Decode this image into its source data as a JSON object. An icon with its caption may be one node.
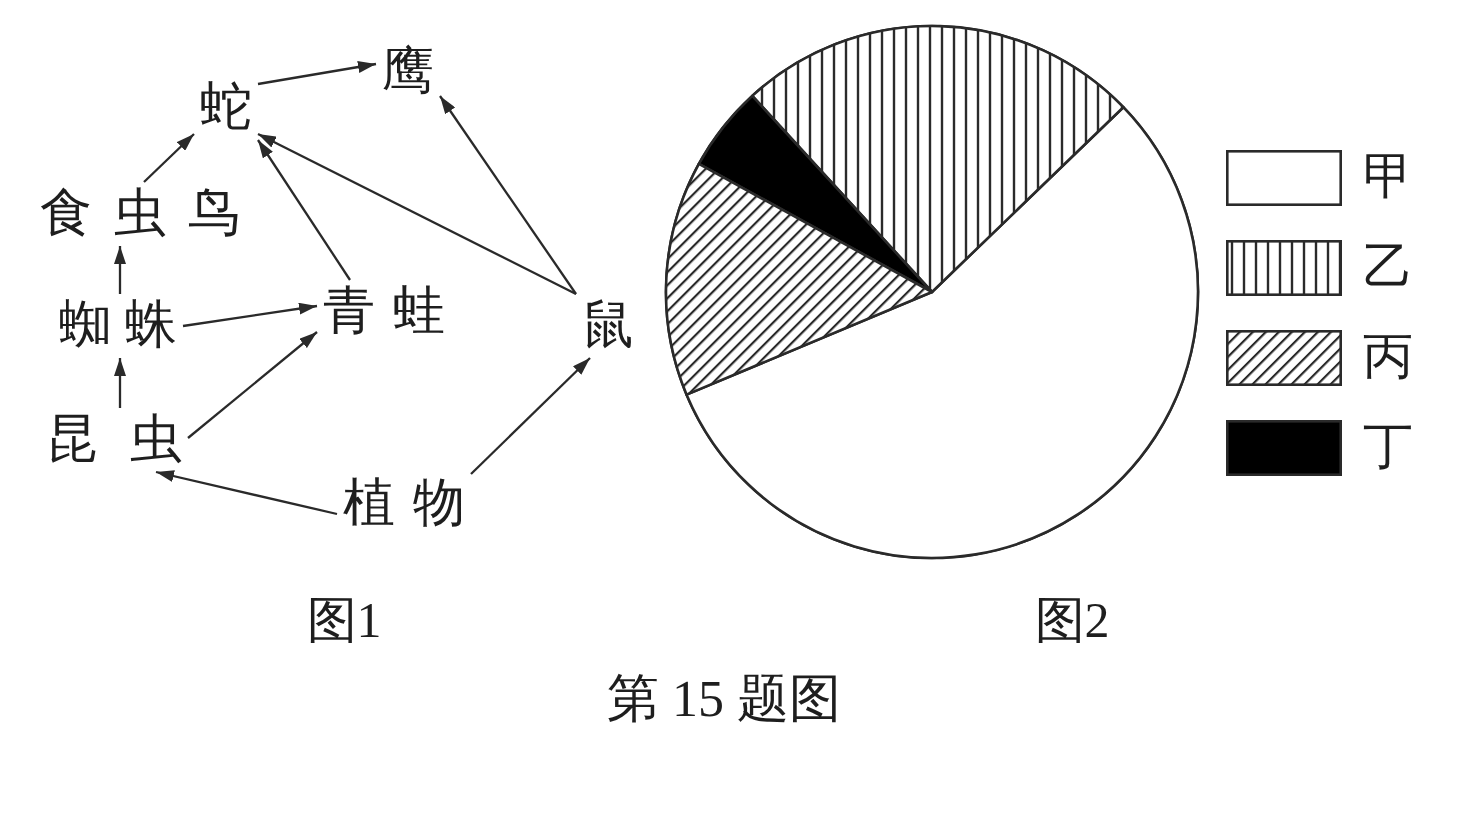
{
  "diagram": {
    "caption": "第 15 题图",
    "nodes": [
      {
        "text": [
          "鹰"
        ]
      },
      {
        "text": [
          "蛇"
        ]
      },
      {
        "text": [
          "食虫鸟"
        ]
      },
      {
        "text": [
          "蜘蛛"
        ]
      },
      {
        "text": [
          "青蛙"
        ]
      },
      {
        "text": [
          "鼠"
        ]
      },
      {
        "text": [
          "昆虫"
        ]
      },
      {
        "text": [
          "植物"
        ]
      }
    ],
    "edges": [
      {
        "from": 1,
        "to": 0,
        "arrow": "to"
      },
      {
        "from": 5,
        "to": 0,
        "arrow": "to"
      },
      {
        "from": 2,
        "to": 1,
        "arrow": "to"
      },
      {
        "from": 4,
        "to": 1,
        "arrow": "to"
      },
      {
        "from": 5,
        "to": 1,
        "arrow": "to"
      },
      {
        "from": 3,
        "to": 2,
        "arrow": "to"
      },
      {
        "from": 3,
        "to": 4,
        "arrow": "to"
      },
      {
        "from": 6,
        "to": 3,
        "arrow": "to"
      },
      {
        "from": 6,
        "to": 4,
        "arrow": "to"
      },
      {
        "from": 7,
        "to": 6,
        "arrow": "to"
      },
      {
        "from": 7,
        "to": 5,
        "arrow": "to"
      }
    ],
    "labels": [
      "图1",
      "图2"
    ],
    "legend": [
      {
        "text": "甲"
      },
      {
        "text": "乙"
      },
      {
        "text": "丙"
      },
      {
        "text": "丁",
        "color": "#000000"
      }
    ]
  }
}
